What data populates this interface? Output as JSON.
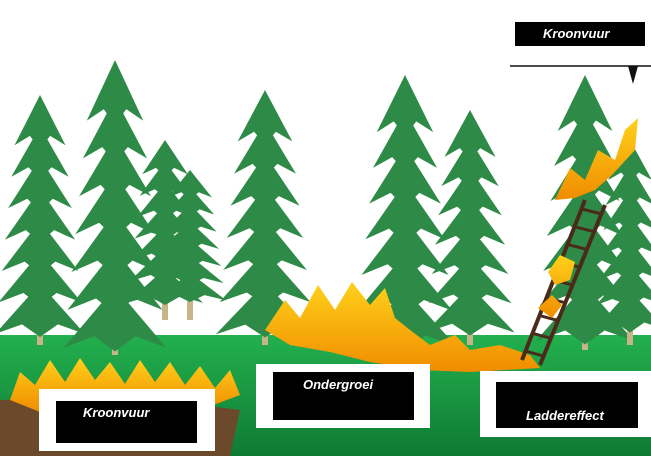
{
  "labels": {
    "top": "Kroonvuur",
    "bottom_left": "Kroonvuur",
    "center": "Ondergroei",
    "bottom_right": "Laddereffect"
  },
  "colors": {
    "tree_green": "#2e8b47",
    "trunk": "#c8b48a",
    "grass": "#1fa54a",
    "flame_orange": "#f5a000",
    "flame_yellow": "#ffd11a",
    "ladder": "#4a2b1a"
  }
}
